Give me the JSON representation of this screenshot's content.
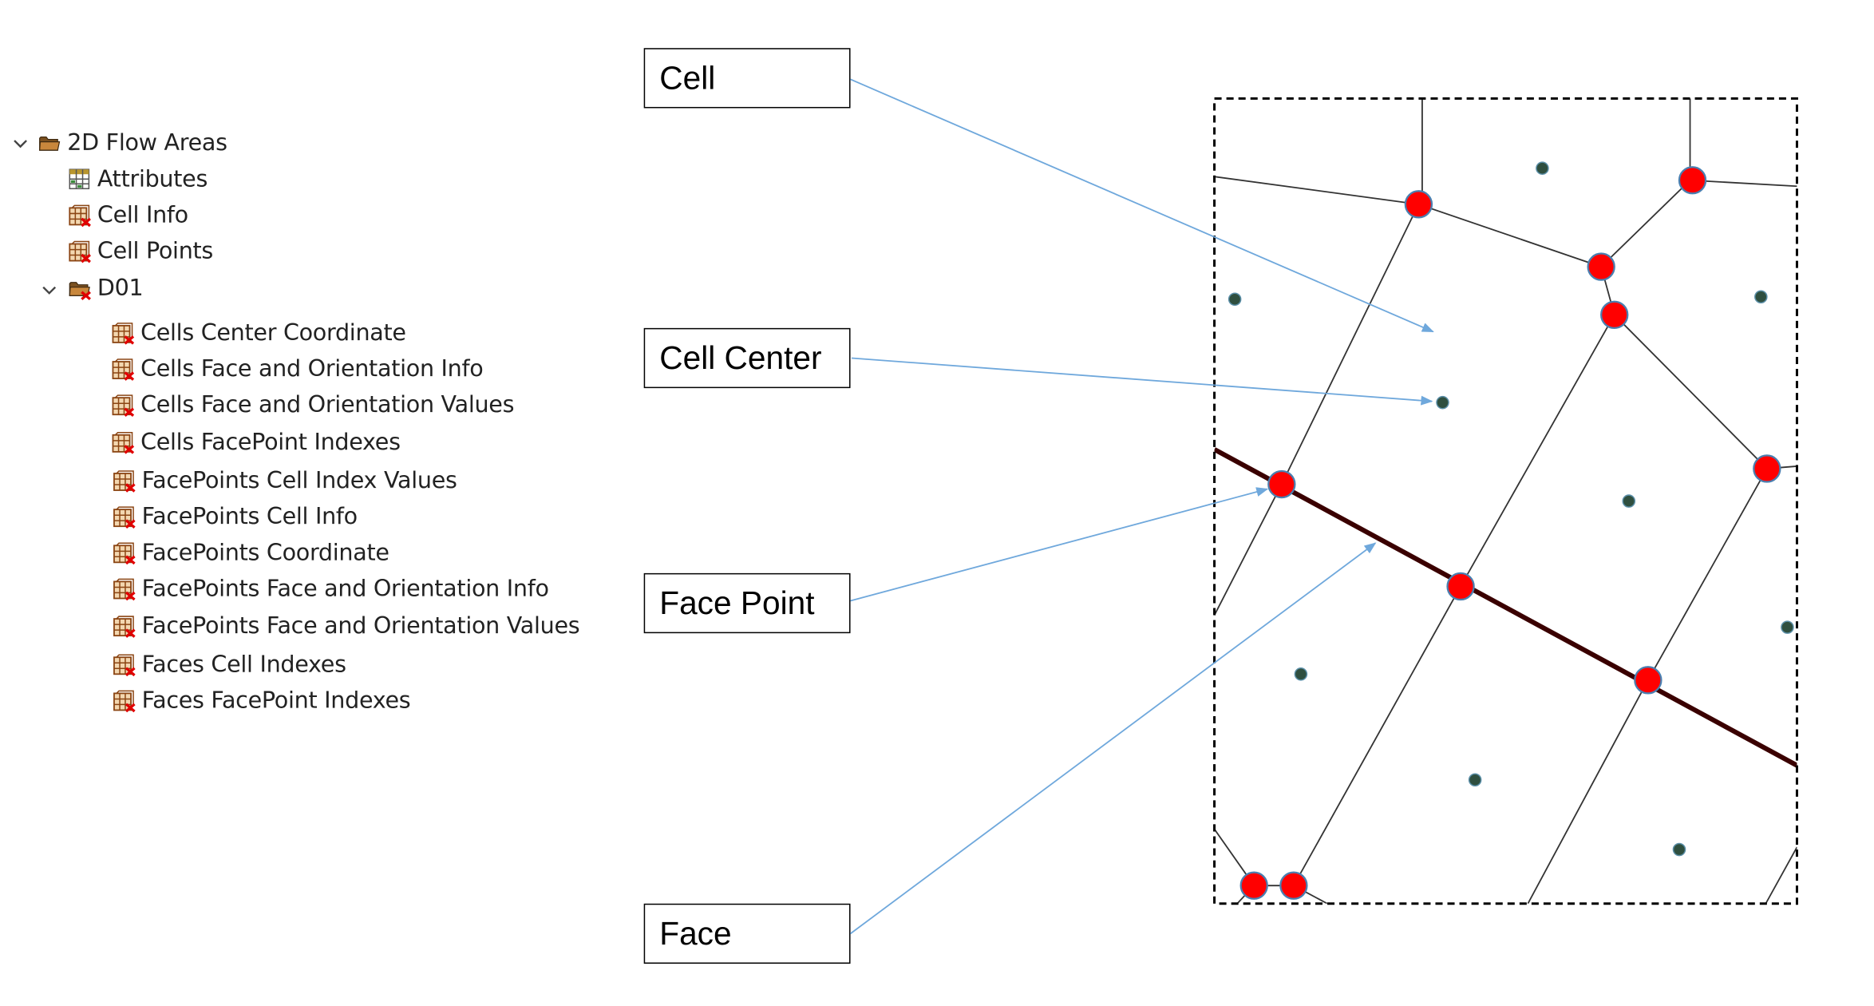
{
  "tree": {
    "root": {
      "label": "2D Flow Areas"
    },
    "items": [
      {
        "label": "Attributes",
        "icon": "table-icon"
      },
      {
        "label": "Cell Info",
        "icon": "dataset-icon"
      },
      {
        "label": "Cell Points",
        "icon": "dataset-icon"
      }
    ],
    "group": {
      "label": "D01"
    },
    "group_items": [
      {
        "label": "Cells Center Coordinate",
        "icon": "dataset-icon"
      },
      {
        "label": "Cells Face and Orientation Info",
        "icon": "dataset-icon"
      },
      {
        "label": "Cells Face and Orientation Values",
        "icon": "dataset-icon"
      },
      {
        "label": "Cells FacePoint Indexes",
        "icon": "dataset-icon"
      },
      {
        "label": "FacePoints Cell Index Values",
        "icon": "dataset-icon"
      },
      {
        "label": "FacePoints Cell Info",
        "icon": "dataset-icon"
      },
      {
        "label": "FacePoints Coordinate",
        "icon": "dataset-icon"
      },
      {
        "label": "FacePoints Face and Orientation Info",
        "icon": "dataset-icon"
      },
      {
        "label": "FacePoints Face and Orientation Values",
        "icon": "dataset-icon"
      },
      {
        "label": "Faces Cell Indexes",
        "icon": "dataset-icon"
      },
      {
        "label": "Faces FacePoint Indexes",
        "icon": "dataset-icon"
      }
    ]
  },
  "callouts": {
    "cell": "Cell",
    "cell_center": "Cell Center",
    "face_point": "Face Point",
    "face": "Face"
  },
  "colors": {
    "face_point": "#ff0000",
    "cell_center": "#2f4f3f",
    "highlighted_face": "#3a0000",
    "arrow": "#6fa8dc"
  }
}
